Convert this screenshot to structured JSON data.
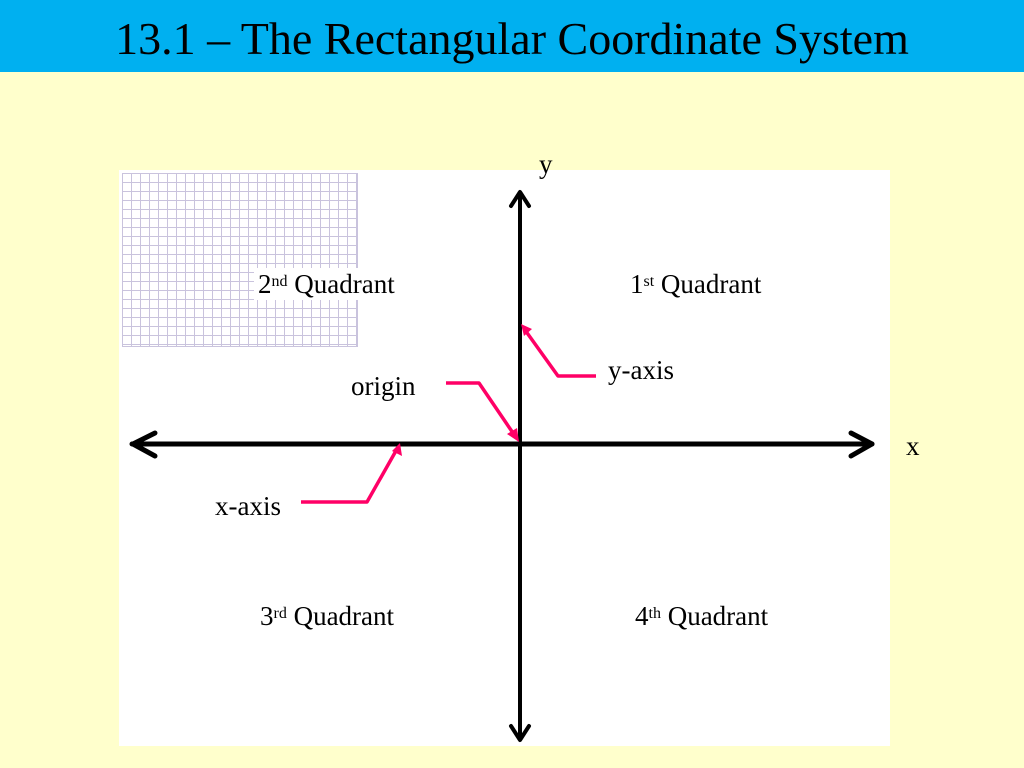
{
  "header": {
    "title": "13.1 – The Rectangular Coordinate System"
  },
  "diagram": {
    "axis_labels": {
      "x": "x",
      "y": "y"
    },
    "quadrants": {
      "first": {
        "number": "1",
        "suffix": "st",
        "word": "Quadrant"
      },
      "second": {
        "number": "2",
        "suffix": "nd",
        "word": "Quadrant"
      },
      "third": {
        "number": "3",
        "suffix": "rd",
        "word": "Quadrant"
      },
      "fourth": {
        "number": "4",
        "suffix": "th",
        "word": "Quadrant"
      }
    },
    "callouts": {
      "origin": "origin",
      "y_axis": "y-axis",
      "x_axis": "x-axis"
    }
  },
  "colors": {
    "title_bar": "#00b0f0",
    "background": "#ffffcc",
    "panel": "#ffffff",
    "axes": "#000000",
    "callout_arrows": "#ff0066",
    "grid_lines": "#c9c3dd"
  }
}
